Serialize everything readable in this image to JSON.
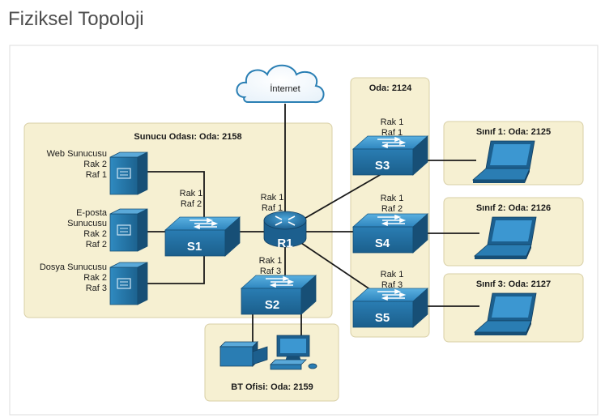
{
  "page_title": "Fiziksel Topoloji",
  "cloud": {
    "label": "İnternet"
  },
  "rooms": {
    "server_room": "Sunucu Odası: Oda: 2158",
    "room_2124": "Oda: 2124",
    "it_office": "BT Ofisi: Oda: 2159",
    "class1": "Sınıf 1: Oda: 2125",
    "class2": "Sınıf 2: Oda: 2126",
    "class3": "Sınıf 3: Oda: 2127"
  },
  "servers": {
    "web": [
      "Web Sunucusu",
      "Rak 2",
      "Raf 1"
    ],
    "email": [
      "E-posta",
      "Sunucusu",
      "Rak 2",
      "Raf 2"
    ],
    "file": [
      "Dosya Sunucusu",
      "Rak 2",
      "Raf 3"
    ]
  },
  "devices": {
    "s1": {
      "name": "S1",
      "loc": [
        "Rak 1",
        "Raf 2"
      ]
    },
    "r1": {
      "name": "R1",
      "loc": [
        "Rak 1",
        "Raf 1"
      ]
    },
    "s2": {
      "name": "S2",
      "loc": [
        "Rak 1",
        "Raf 3"
      ]
    },
    "s3": {
      "name": "S3",
      "loc": [
        "Rak 1",
        "Raf 1"
      ]
    },
    "s4": {
      "name": "S4",
      "loc": [
        "Rak 1",
        "Raf 2"
      ]
    },
    "s5": {
      "name": "S5",
      "loc": [
        "Rak 1",
        "Raf 3"
      ]
    }
  },
  "colors": {
    "room_fill": "#f6f0d2",
    "room_stroke": "#d8cfa6",
    "device_blue": "#2a7fb4",
    "device_dark": "#1c5a84",
    "link": "#1a1a1a"
  }
}
